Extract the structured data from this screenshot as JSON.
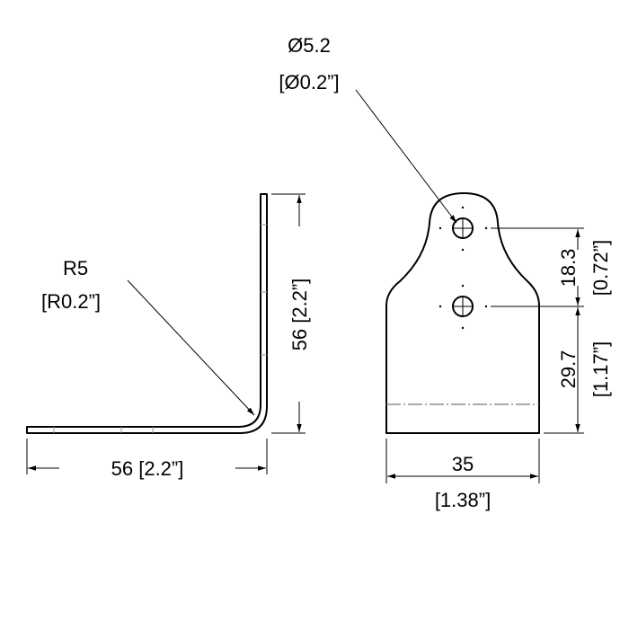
{
  "side_view": {
    "radius_mm": "R5",
    "radius_in": "[R0.2”]",
    "width_label": "56 [2.2”]",
    "height_label": "56 [2.2”]"
  },
  "front_view": {
    "hole_diameter_mm": "Ø5.2",
    "hole_diameter_in": "[Ø0.2”]",
    "hole_spacing_mm": "18.3",
    "hole_spacing_in": "[0.72”]",
    "hole_to_base_mm": "29.7",
    "hole_to_base_in": "[1.17”]",
    "width_mm": "35",
    "width_in": "[1.38”]"
  },
  "colors": {
    "line": "#000000",
    "background": "#ffffff"
  }
}
